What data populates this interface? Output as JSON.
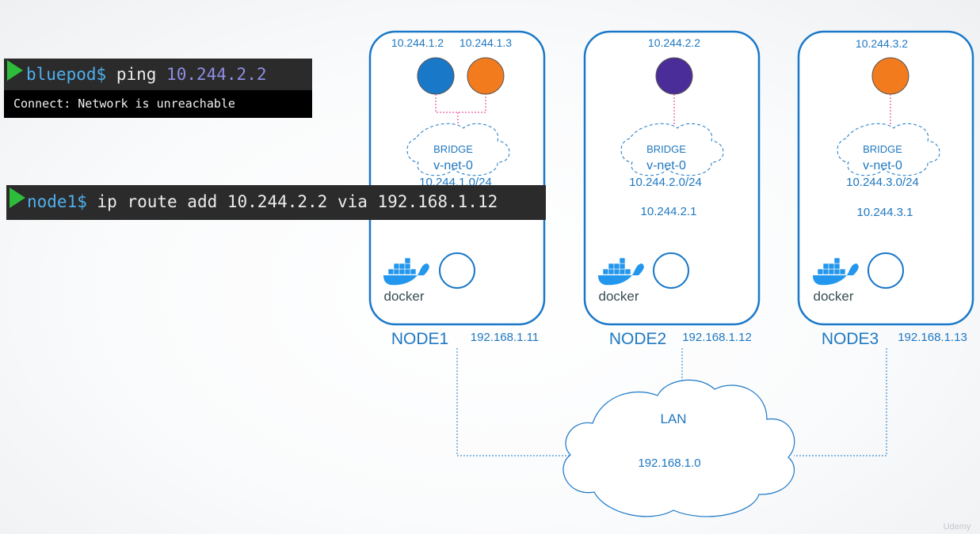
{
  "terminal_1": {
    "prompt": "bluepod$",
    "command": "ping",
    "target_ip": "10.244.2.2",
    "output": "Connect: Network is unreachable"
  },
  "terminal_2": {
    "prompt": "node1$",
    "command": "ip route add 10.244.2.2 via 192.168.1.12"
  },
  "nodes": [
    {
      "name": "NODE1",
      "ip": "192.168.1.11",
      "pod_ips": [
        "10.244.1.2",
        "10.244.1.3"
      ],
      "pod_colors": [
        "#1a78c8",
        "#f27b1e"
      ],
      "bridge_label": "BRIDGE",
      "bridge_name": "v-net-0",
      "bridge_subnet": "10.244.1.0/24",
      "bridge_ip": "",
      "docker_label": "docker"
    },
    {
      "name": "NODE2",
      "ip": "192.168.1.12",
      "pod_ips": [
        "10.244.2.2"
      ],
      "pod_colors": [
        "#4a2d98"
      ],
      "bridge_label": "BRIDGE",
      "bridge_name": "v-net-0",
      "bridge_subnet": "10.244.2.0/24",
      "bridge_ip": "10.244.2.1",
      "docker_label": "docker"
    },
    {
      "name": "NODE3",
      "ip": "192.168.1.13",
      "pod_ips": [
        "10.244.3.2"
      ],
      "pod_colors": [
        "#f27b1e"
      ],
      "bridge_label": "BRIDGE",
      "bridge_name": "v-net-0",
      "bridge_subnet": "10.244.3.0/24",
      "bridge_ip": "10.244.3.1",
      "docker_label": "docker"
    }
  ],
  "lan": {
    "label": "LAN",
    "subnet": "192.168.1.0"
  },
  "colors": {
    "node_border": "#1a78c8",
    "text_blue": "#1f78c1",
    "pod_link": "#e0308a",
    "network_link": "#1a78c8",
    "terminal_bg": "#2b2b2b",
    "terminal_output_bg": "#000000",
    "play_icon": "#2dbd3a"
  },
  "watermark": "Udemy"
}
